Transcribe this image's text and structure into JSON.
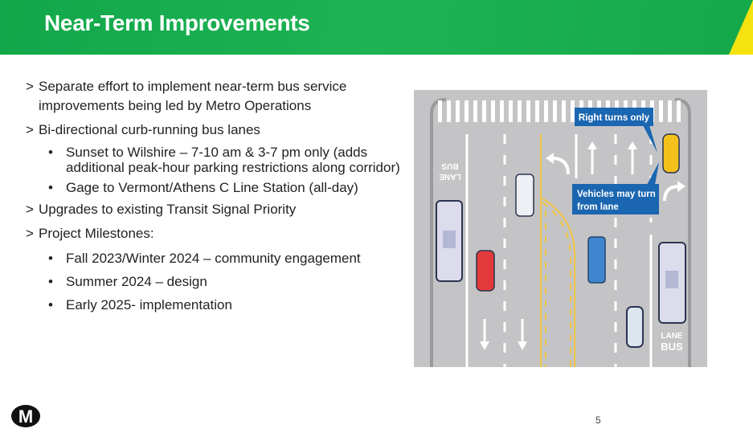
{
  "title": "Near-Term Improvements",
  "bullets": [
    {
      "marker": ">",
      "text": "Separate effort to implement near-term bus service improvements being led by Metro Operations"
    },
    {
      "marker": ">",
      "text": "Bi-directional curb-running bus lanes",
      "sub": [
        {
          "marker": "•",
          "text": "Sunset to Wilshire – 7-10 am & 3-7 pm only (adds additional peak-hour parking restrictions along corridor)"
        },
        {
          "marker": "•",
          "text": "Gage to Vermont/Athens C Line Station (all-day)"
        }
      ]
    },
    {
      "marker": ">",
      "text": "Upgrades to existing Transit Signal Priority"
    },
    {
      "marker": ">",
      "text": "Project Milestones:",
      "sub": [
        {
          "marker": "•",
          "text": "Fall 2023/Winter 2024 – community engagement"
        },
        {
          "marker": "•",
          "text": "Summer 2024 – design"
        },
        {
          "marker": "•",
          "text": "Early 2025- implementation"
        }
      ]
    }
  ],
  "figure": {
    "callout_right_turns": "Right turns only",
    "callout_vehicles_line1": "Vehicles may turn",
    "callout_vehicles_line2": "from lane",
    "bus_lane_word1": "LANE",
    "bus_lane_word2": "BUS"
  },
  "logo_text": "M",
  "page_number": "5",
  "colors": {
    "header_green": "#1db353",
    "accent_yellow": "#f5e20f",
    "callout_blue": "#1a66b0",
    "road_gray": "#bfbfc1"
  }
}
